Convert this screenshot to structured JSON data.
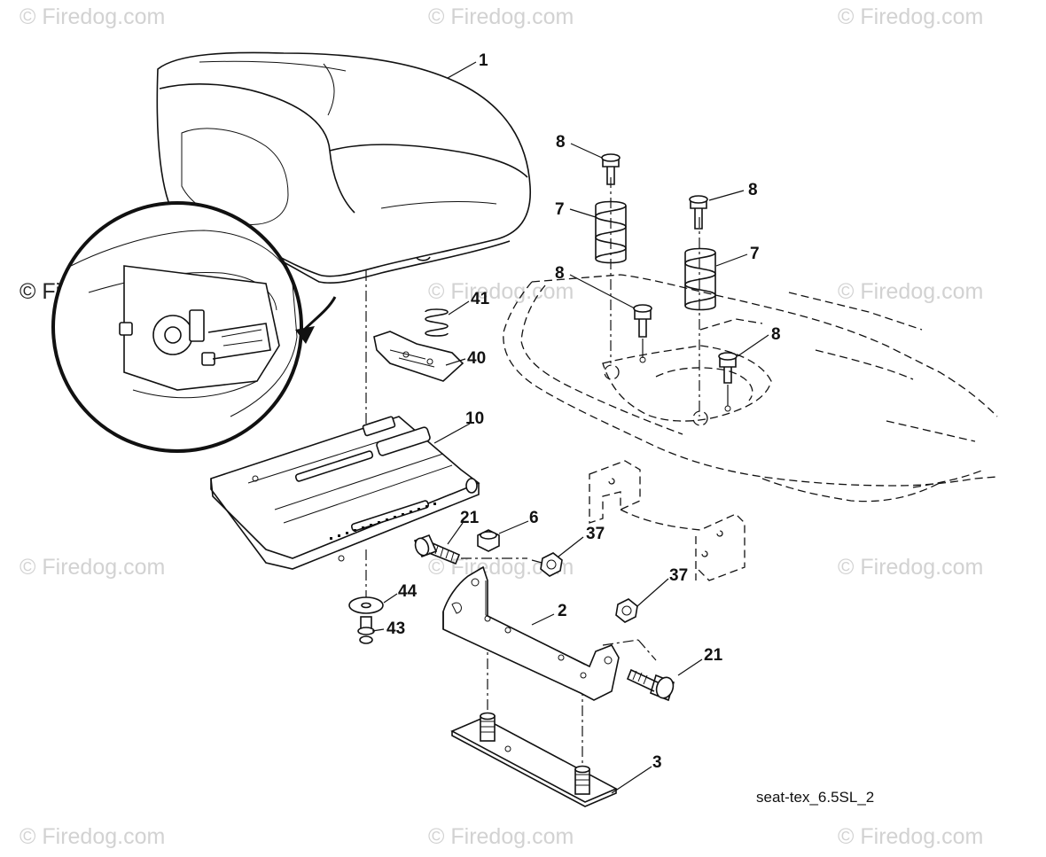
{
  "watermark": {
    "text": "© Firedog.com"
  },
  "callouts": {
    "seat": "1",
    "seat_pan": "2",
    "slide_plate": "3",
    "nut_6": "6",
    "spring_left": "7",
    "spring_right": "7",
    "bolt_left_top": "8",
    "bolt_right_top": "8",
    "bolt_left_lower": "8",
    "bolt_right_lower": "8",
    "seat_bracket": "10",
    "bolt_upper": "21",
    "bolt_lower": "21",
    "locknut_upper": "37",
    "locknut_lower": "37",
    "retainer": "40",
    "small_spring": "41",
    "screw": "43",
    "washer": "44"
  },
  "diagram_code": "seat-tex_6.5SL_2"
}
